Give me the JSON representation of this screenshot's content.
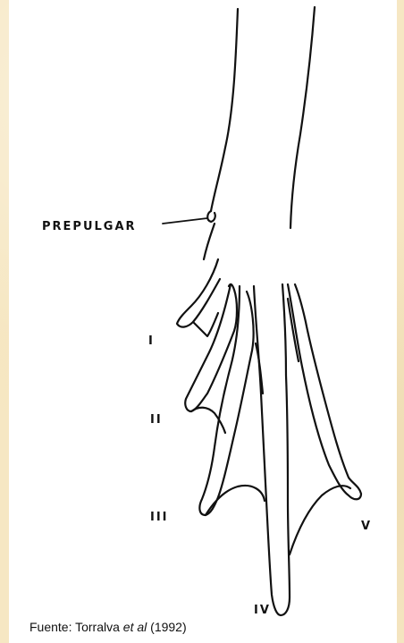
{
  "labels": {
    "prepulgar": "PREPULGAR",
    "digit_1": "I",
    "digit_2": "II",
    "digit_3": "III",
    "digit_4": "IV",
    "digit_5": "V"
  },
  "caption": {
    "prefix": "Fuente: Torralva ",
    "italic": "et al",
    "suffix": "  (1992)"
  },
  "colors": {
    "background": "#f6e7c3",
    "panel": "#ffffff",
    "ink": "#111111"
  }
}
